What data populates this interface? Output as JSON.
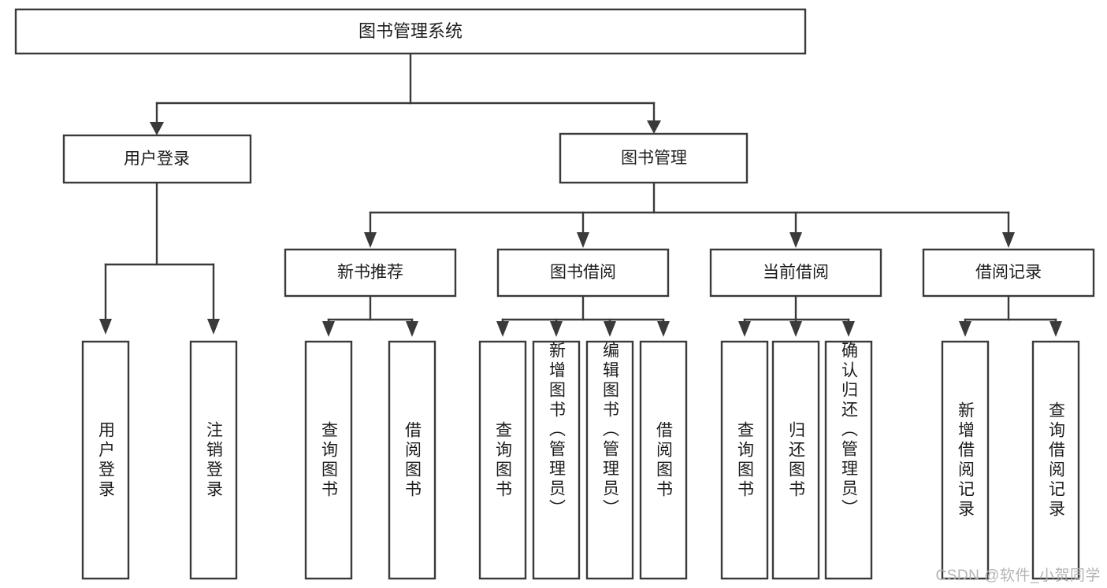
{
  "diagram": {
    "title": "图书管理系统",
    "type": "hierarchy-tree",
    "watermark": "CSDN @软件_小贺同学",
    "colors": {
      "stroke": "#3a3a3a",
      "fill": "#ffffff",
      "text": "#1c1c1c",
      "watermark": "#b4b4b4",
      "background": "#ffffff"
    },
    "levels": {
      "root": {
        "label": "图书管理系统"
      },
      "level2": [
        {
          "label": "用户登录"
        },
        {
          "label": "图书管理"
        }
      ],
      "level3": [
        {
          "label": "新书推荐"
        },
        {
          "label": "图书借阅"
        },
        {
          "label": "当前借阅"
        },
        {
          "label": "借阅记录"
        }
      ],
      "level4": {
        "user_login": [
          {
            "label": "用户登录"
          },
          {
            "label": "注销登录"
          }
        ],
        "new_book_recommend": [
          {
            "label": "查询图书"
          },
          {
            "label": "借阅图书"
          }
        ],
        "book_borrow": [
          {
            "label": "查询图书"
          },
          {
            "label": "新增图书（管理员）"
          },
          {
            "label": "编辑图书（管理员）"
          },
          {
            "label": "借阅图书"
          }
        ],
        "current_borrow": [
          {
            "label": "查询图书"
          },
          {
            "label": "归还图书"
          },
          {
            "label": "确认归还（管理员）"
          }
        ],
        "borrow_records": [
          {
            "label": "新增借阅记录"
          },
          {
            "label": "查询借阅记录"
          }
        ]
      }
    }
  }
}
